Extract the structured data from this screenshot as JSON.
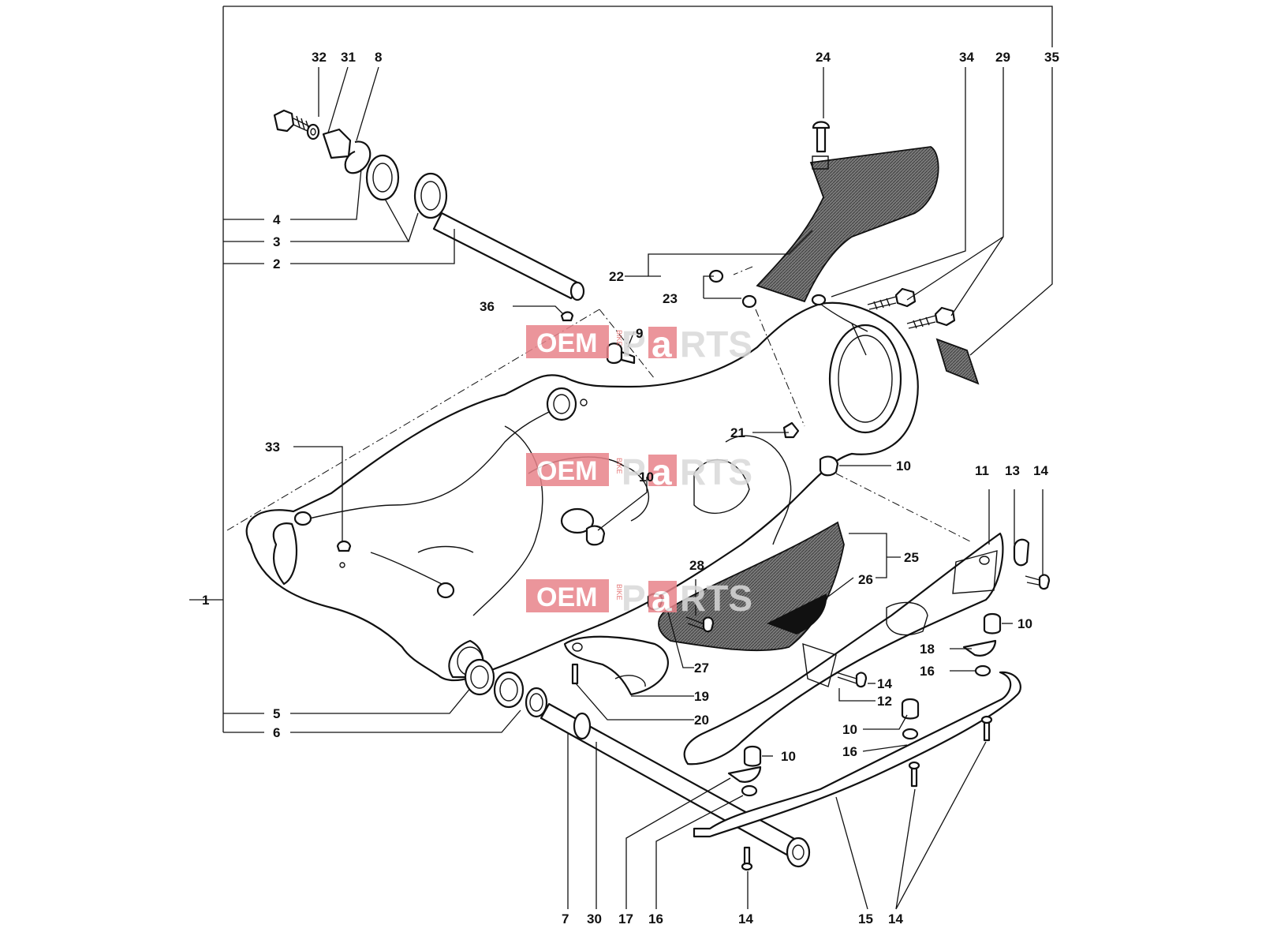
{
  "watermark": {
    "oem": "OEM",
    "bike": "BIKE",
    "p": "P",
    "a": "a",
    "rts": "RTS"
  },
  "callouts": {
    "c32": "32",
    "c31": "31",
    "c8": "8",
    "c24": "24",
    "c34": "34",
    "c29": "29",
    "c35": "35",
    "c4": "4",
    "c3": "3",
    "c2": "2",
    "c22": "22",
    "c23": "23",
    "c36": "36",
    "c9": "9",
    "c21": "21",
    "c33": "33",
    "c10a": "10",
    "c10b": "10",
    "c11": "11",
    "c13": "13",
    "c14a": "14",
    "c25": "25",
    "c28": "28",
    "c26": "26",
    "c1": "1",
    "c10c": "10",
    "c18": "18",
    "c16a": "16",
    "c27": "27",
    "c14b": "14",
    "c19": "19",
    "c12": "12",
    "c20": "20",
    "c10d": "10",
    "c16b": "16",
    "c5": "5",
    "c6": "6",
    "c10e": "10",
    "c7": "7",
    "c30": "30",
    "c17": "17",
    "c16c": "16",
    "c14c": "14",
    "c15": "15",
    "c14d": "14"
  },
  "colors": {
    "line": "#111111",
    "watermark_red": "#e8838a",
    "hatch": "#555555"
  }
}
